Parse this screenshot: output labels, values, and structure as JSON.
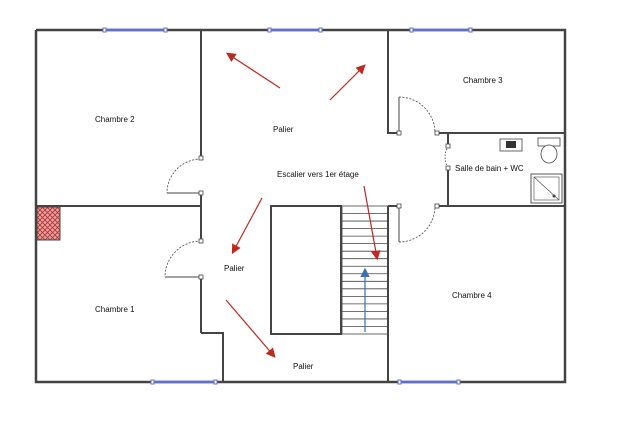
{
  "plan": {
    "rooms": {
      "chambre2": "Chambre 2",
      "chambre1": "Chambre 1",
      "chambre3": "Chambre 3",
      "chambre4": "Chambre 4",
      "palier_top": "Palier",
      "palier_mid": "Palier",
      "palier_bottom": "Palier",
      "sdb": "Salle de bain + WC"
    },
    "stairs_label": "Escalier vers 1er étage"
  },
  "colors": {
    "wall": "#444444",
    "window": "#5b6fd6",
    "arrow": "#c0281e",
    "stair_arrow": "#3a6fb0",
    "chimney": "#d9534f"
  },
  "icons": [
    "washbasin-icon",
    "toilet-icon",
    "shower-icon"
  ]
}
